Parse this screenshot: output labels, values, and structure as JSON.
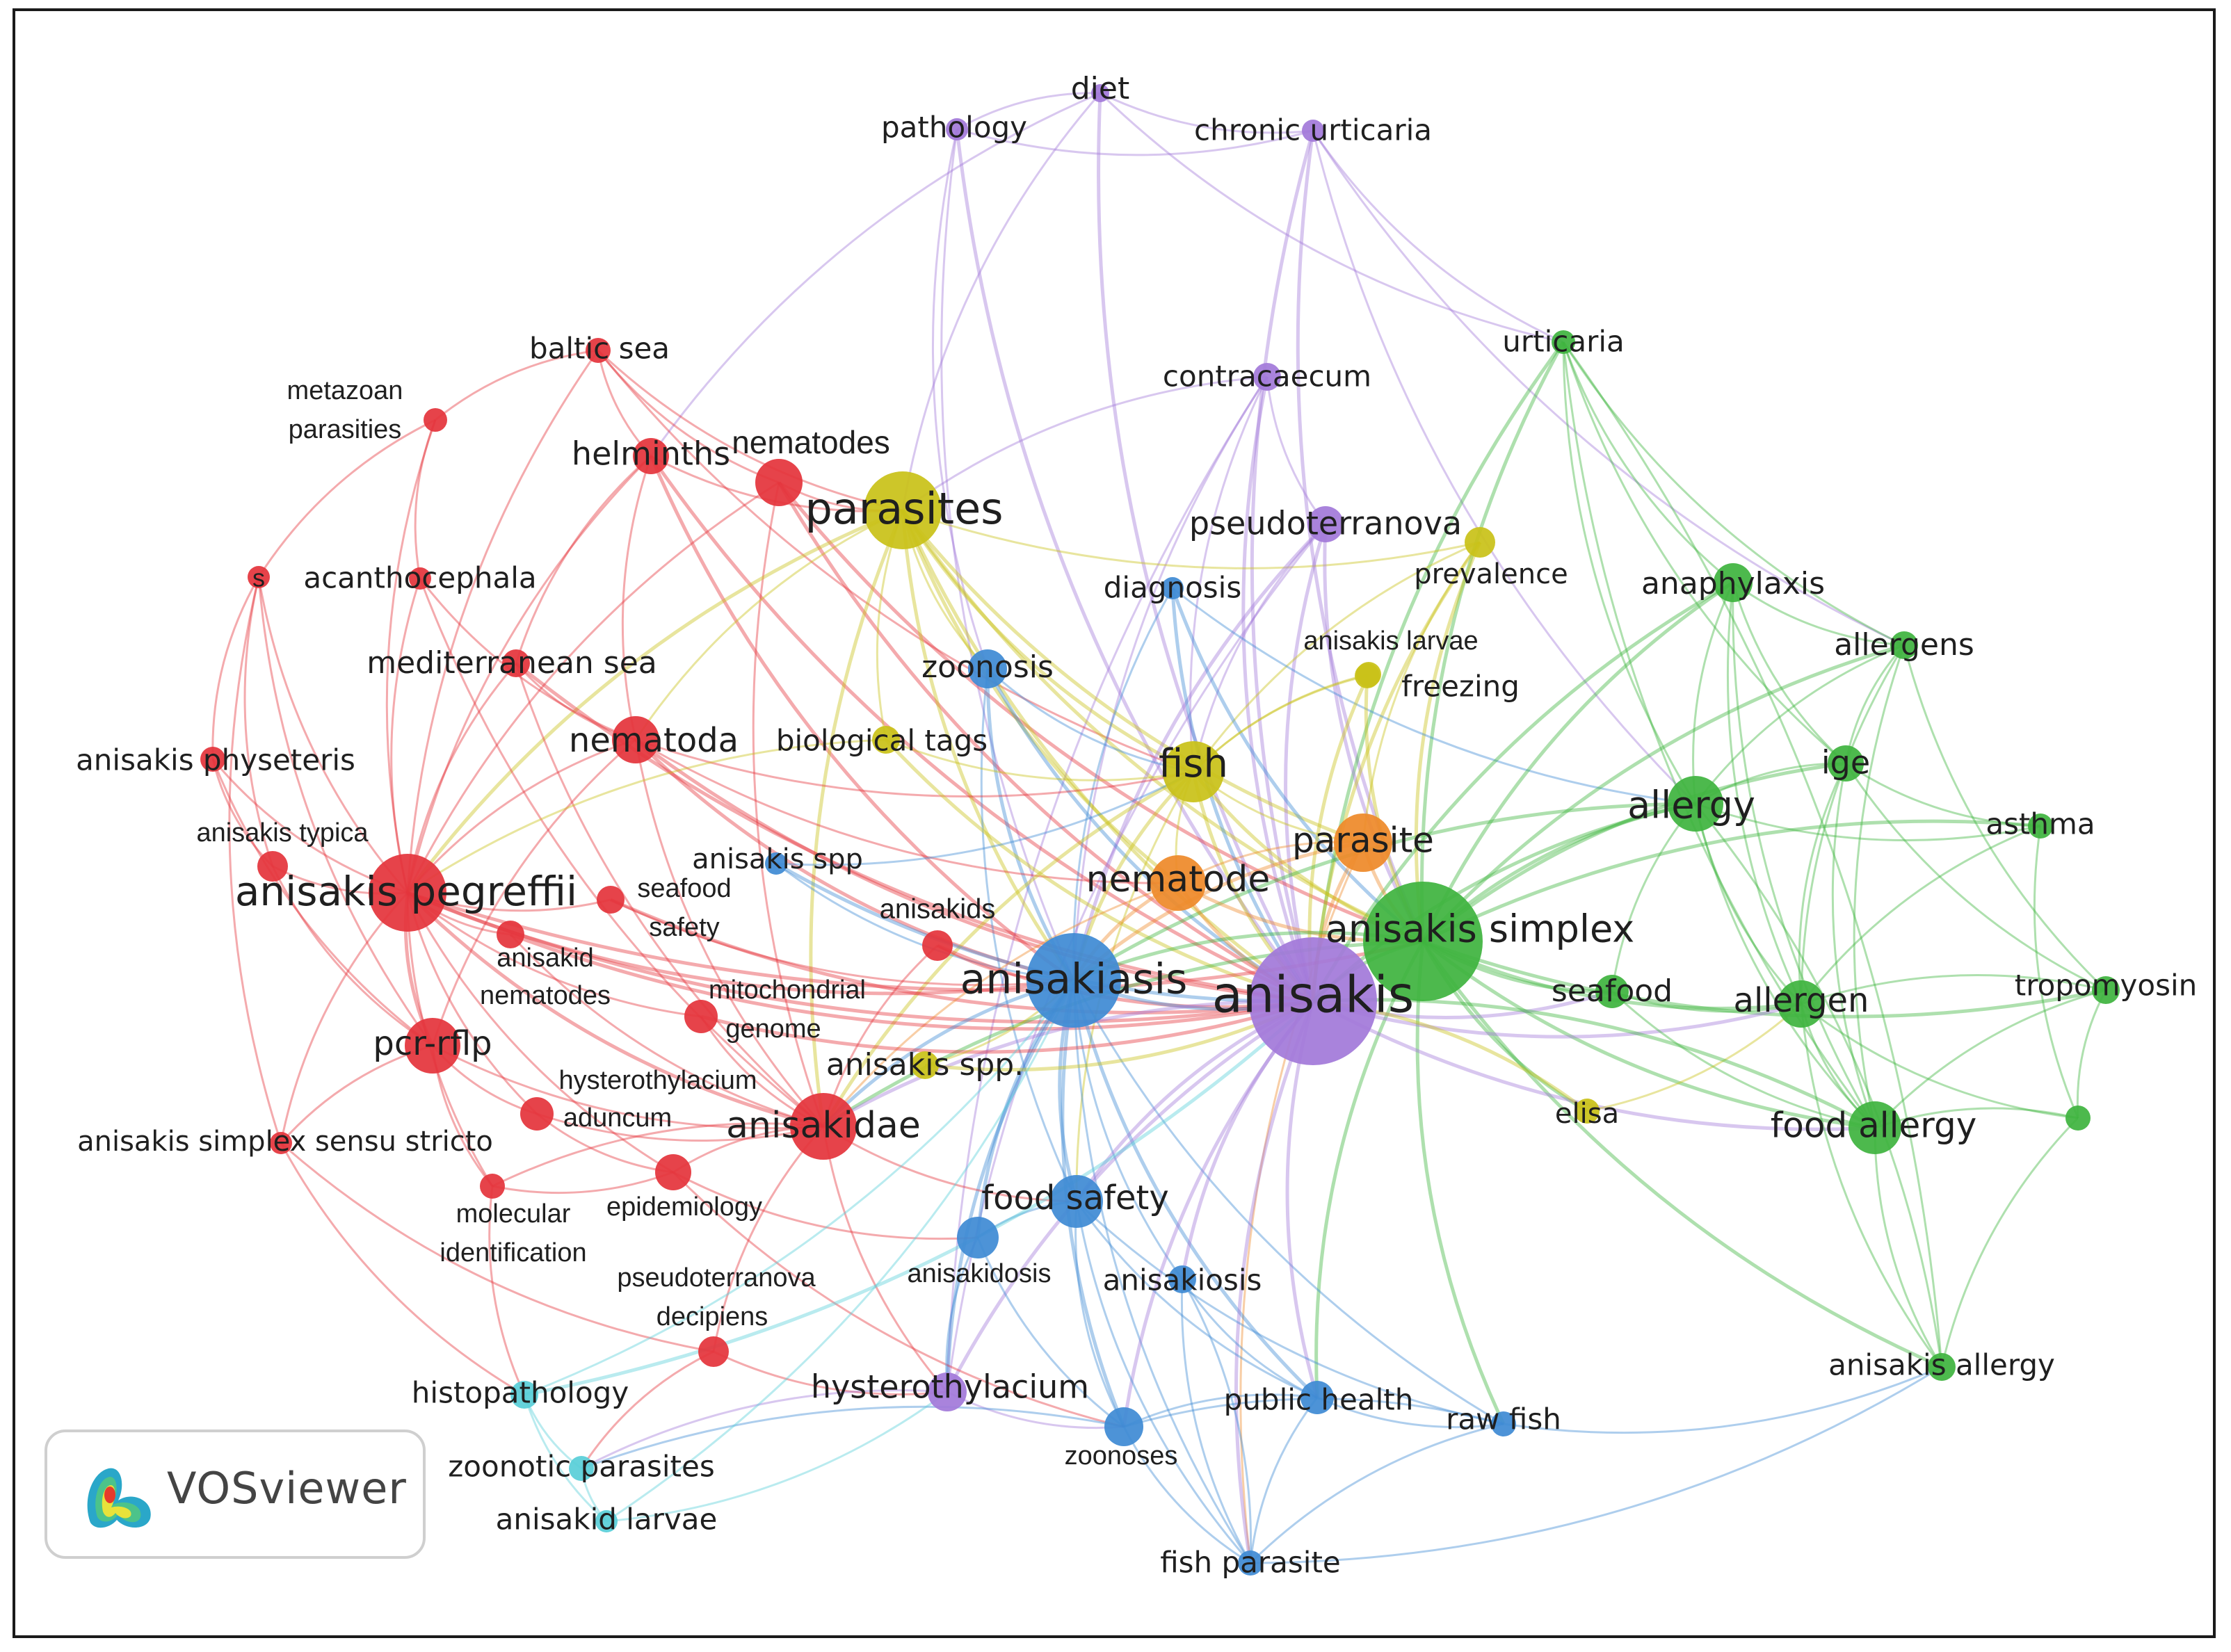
{
  "colors": {
    "red": "#e4353c",
    "yellow": "#c9c219",
    "purple": "#a37ad9",
    "blue": "#3f8bd4",
    "green": "#3fb43f",
    "orange": "#ee8a2a",
    "cyan": "#59cfd8"
  },
  "logo": {
    "label": "VOSviewer",
    "icon": "vosviewer-heatmap-icon"
  },
  "nodes": [
    {
      "id": "diet",
      "label": "diet",
      "c": "purple"
    },
    {
      "id": "pathology",
      "label": "pathology",
      "c": "purple"
    },
    {
      "id": "chronic_urticaria",
      "label": "chronic urticaria",
      "c": "purple"
    },
    {
      "id": "urticaria",
      "label": "urticaria",
      "c": "green"
    },
    {
      "id": "contracaecum",
      "label": "contracaecum",
      "c": "purple"
    },
    {
      "id": "baltic_sea",
      "label": "baltic sea",
      "c": "red"
    },
    {
      "id": "metazoan",
      "label": "metazoan parasities",
      "c": "red"
    },
    {
      "id": "helminths",
      "label": "helminths",
      "c": "red"
    },
    {
      "id": "nematodes",
      "label": "nematodes",
      "c": "red"
    },
    {
      "id": "parasites",
      "label": "parasites",
      "c": "yellow"
    },
    {
      "id": "pseudoterranova",
      "label": "pseudoterranova",
      "c": "purple"
    },
    {
      "id": "prevalence",
      "label": "prevalence",
      "c": "yellow"
    },
    {
      "id": "s",
      "label": "s",
      "c": "red"
    },
    {
      "id": "acanthocephala",
      "label": "acanthocephala",
      "c": "red"
    },
    {
      "id": "diagnosis",
      "label": "diagnosis",
      "c": "blue"
    },
    {
      "id": "anaphylaxis",
      "label": "anaphylaxis",
      "c": "green"
    },
    {
      "id": "mediterranean_sea",
      "label": "mediterranean sea",
      "c": "red"
    },
    {
      "id": "zoonosis",
      "label": "zoonosis",
      "c": "blue"
    },
    {
      "id": "anisakis_larvae",
      "label": "anisakis larvae",
      "c": "yellow"
    },
    {
      "id": "freezing",
      "label": "freezing",
      "c": "yellow"
    },
    {
      "id": "allergens",
      "label": "allergens",
      "c": "green"
    },
    {
      "id": "nematoda",
      "label": "nematoda",
      "c": "red"
    },
    {
      "id": "biological_tags",
      "label": "biological tags",
      "c": "yellow"
    },
    {
      "id": "fish",
      "label": "fish",
      "c": "yellow"
    },
    {
      "id": "anisakis_physeteris",
      "label": "anisakis physeteris",
      "c": "red"
    },
    {
      "id": "ige",
      "label": "ige",
      "c": "green"
    },
    {
      "id": "allergy",
      "label": "allergy",
      "c": "green"
    },
    {
      "id": "asthma",
      "label": "asthma",
      "c": "green"
    },
    {
      "id": "anisakis_typica",
      "label": "anisakis typica",
      "c": "red"
    },
    {
      "id": "parasite",
      "label": "parasite",
      "c": "orange"
    },
    {
      "id": "anisakis_spp",
      "label": "anisakis spp",
      "c": "blue"
    },
    {
      "id": "anisakis_pegreffii",
      "label": "anisakis pegreffii",
      "c": "red"
    },
    {
      "id": "seafood_safety",
      "label": "seafood safety",
      "c": "red"
    },
    {
      "id": "nematode",
      "label": "nematode",
      "c": "orange"
    },
    {
      "id": "anisakids",
      "label": "anisakids",
      "c": "red"
    },
    {
      "id": "anisakis_simplex",
      "label": "anisakis simplex",
      "c": "green"
    },
    {
      "id": "anisakid_nematodes",
      "label": "anisakid nematodes",
      "c": "red"
    },
    {
      "id": "anisakiasis",
      "label": "anisakiasis",
      "c": "blue"
    },
    {
      "id": "anisakis",
      "label": "anisakis",
      "c": "purple"
    },
    {
      "id": "tropomyosin",
      "label": "tropomyosin",
      "c": "green"
    },
    {
      "id": "mitochondrial_genome",
      "label": "mitochondrial genome",
      "c": "red"
    },
    {
      "id": "seafood",
      "label": "seafood",
      "c": "green"
    },
    {
      "id": "allergen",
      "label": "allergen",
      "c": "green"
    },
    {
      "id": "pcr_rflp",
      "label": "pcr-rflp",
      "c": "red"
    },
    {
      "id": "anisakis_spp_dot",
      "label": "anisakis spp.",
      "c": "yellow"
    },
    {
      "id": "hysterothylacium_aduncum",
      "label": "hysterothylacium aduncum",
      "c": "red"
    },
    {
      "id": "elisa",
      "label": "elisa",
      "c": "yellow"
    },
    {
      "id": "anisakidae",
      "label": "anisakidae",
      "c": "red"
    },
    {
      "id": "green_dot",
      "label": "",
      "c": "green"
    },
    {
      "id": "food_allergy",
      "label": "food allergy",
      "c": "green"
    },
    {
      "id": "simplex_sensu_stricto",
      "label": "anisakis simplex sensu stricto",
      "c": "red"
    },
    {
      "id": "food_safety",
      "label": "food safety",
      "c": "blue"
    },
    {
      "id": "molecular_identification",
      "label": "molecular identification",
      "c": "red"
    },
    {
      "id": "epidemiology",
      "label": "epidemiology",
      "c": "red"
    },
    {
      "id": "anisakidosis",
      "label": "anisakidosis",
      "c": "blue"
    },
    {
      "id": "anisakiosis",
      "label": "anisakiosis",
      "c": "blue"
    },
    {
      "id": "pseudoterranova_decipiens",
      "label": "pseudoterranova decipiens",
      "c": "red"
    },
    {
      "id": "anisakis_allergy",
      "label": "anisakis allergy",
      "c": "green"
    },
    {
      "id": "histopathology",
      "label": "histopathology",
      "c": "cyan"
    },
    {
      "id": "hysterothylacium",
      "label": "hysterothylacium",
      "c": "purple"
    },
    {
      "id": "public_health",
      "label": "public health",
      "c": "blue"
    },
    {
      "id": "raw_fish",
      "label": "raw fish",
      "c": "blue"
    },
    {
      "id": "zoonoses",
      "label": "zoonoses",
      "c": "blue"
    },
    {
      "id": "zoonotic_parasites",
      "label": "zoonotic parasites",
      "c": "cyan"
    },
    {
      "id": "anisakid_larvae",
      "label": "anisakid larvae",
      "c": "cyan"
    },
    {
      "id": "fish_parasite",
      "label": "fish parasite",
      "c": "blue"
    }
  ]
}
